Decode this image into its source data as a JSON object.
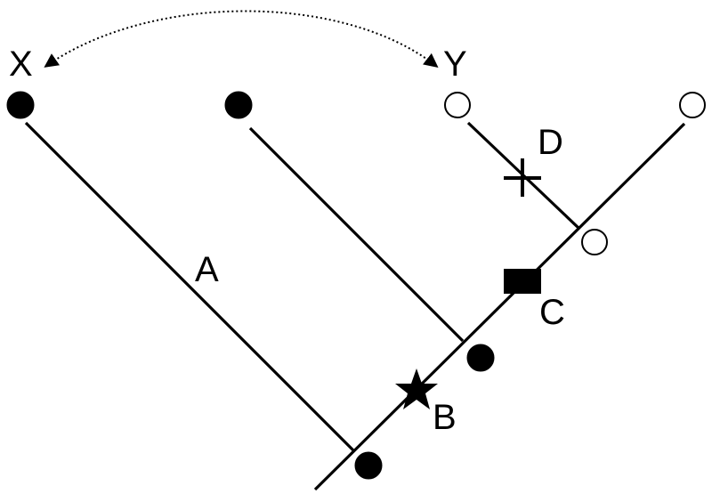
{
  "labels": {
    "x": "X",
    "y": "Y",
    "a": "A",
    "b": "B",
    "c": "C",
    "d": "D"
  },
  "colors": {
    "line": "#000000",
    "filled_node": "#000000",
    "open_node_fill": "#ffffff",
    "background": "#ffffff"
  },
  "nodes": {
    "x_tip": "filled",
    "second_tip": "filled",
    "y_tip": "open",
    "right_tip": "open",
    "upper_internal_node": "open",
    "middle_internal_node": "filled",
    "root_node": "filled"
  },
  "markers": {
    "a": "branch-label",
    "b": "star",
    "c": "rectangle",
    "d": "cross"
  },
  "relation": {
    "from": "X",
    "to": "Y",
    "style": "dotted-double-arrow"
  }
}
